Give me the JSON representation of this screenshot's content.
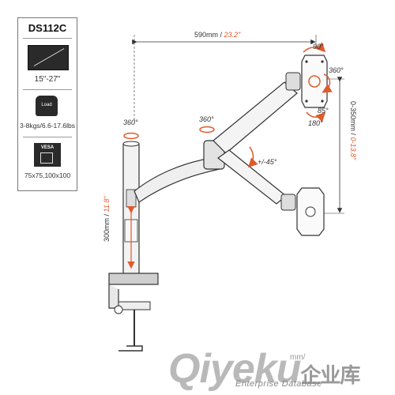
{
  "sidebar": {
    "model": "DS112C",
    "screen_size": "15\"-27\"",
    "load_icon_label": "Load",
    "weight": "3-8kgs/6.6-17.6lbs",
    "vesa_icon_label": "VESA",
    "vesa_sizes": "75x75,100x100"
  },
  "dimensions": {
    "reach_mm": "590mm",
    "reach_in": "23.2\"",
    "height_mm": "0-350mm",
    "height_in": "0-13.8\"",
    "pole_mm": "300mm",
    "pole_in": "11.8\""
  },
  "rotations": {
    "pole_swivel": "360°",
    "arm_swivel": "360°",
    "head_swivel": "360°",
    "tilt_up": "90°",
    "tilt_down": "85°",
    "portrait": "180°",
    "arm_tilt": "+/-45°"
  },
  "watermark": {
    "brand": "Qiyeku",
    "cn": "企业库",
    "tagline": "Enterprise Database",
    "unit_fragment": "mm/"
  },
  "colors": {
    "accent": "#e05a2b",
    "line": "#333333"
  }
}
